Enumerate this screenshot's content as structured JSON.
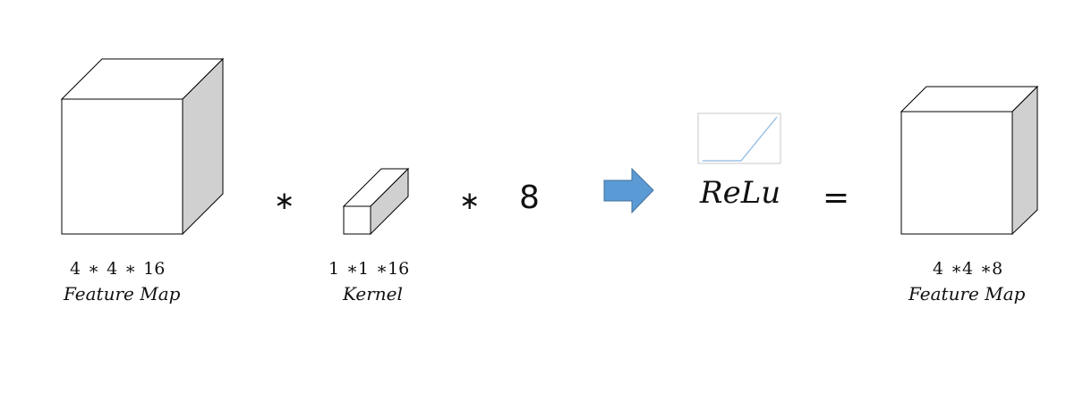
{
  "input_block": {
    "dims": "4 ∗ 4 ∗ 16",
    "caption": "Feature Map"
  },
  "operator_1": "∗",
  "kernel_block": {
    "dims": "1 ∗1 ∗16",
    "caption": "Kernel"
  },
  "operator_2": "∗",
  "kernel_count": "8",
  "activation": {
    "label": "ReLu"
  },
  "equals": "=",
  "output_block": {
    "dims": "4 ∗4 ∗8",
    "caption": "Feature Map"
  },
  "colors": {
    "cube_face": "#ffffff",
    "cube_side": "#d0d0d0",
    "stroke": "#000000",
    "arrow": "#5b9bd5",
    "relu_line": "#9dc3e6",
    "relu_border": "#c8c8c8"
  }
}
